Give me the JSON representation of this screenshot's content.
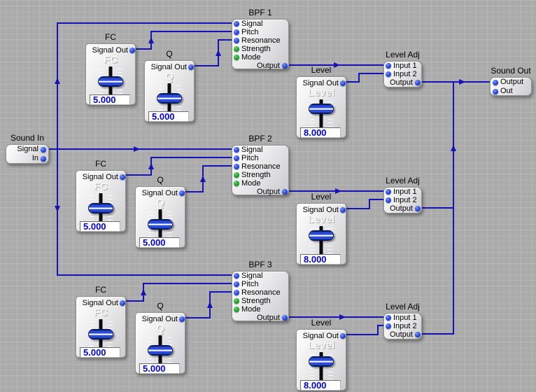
{
  "app": {
    "kind": "visual-audio-patch-canvas",
    "colors": {
      "background": "#ababab",
      "wire": "#1513b6",
      "port_blue": "#2447dd",
      "port_green": "#1ea12b",
      "value_text": "#0000dd",
      "ghost_text": "#f7f7f7"
    }
  },
  "modules": [
    {
      "id": "sound_in",
      "kind": "io",
      "title": "Sound In",
      "ports": [
        {
          "label": "Signal",
          "side": "right",
          "color": "blue"
        },
        {
          "label": "In",
          "side": "right",
          "color": "blue"
        }
      ]
    },
    {
      "id": "fc1",
      "kind": "slider",
      "title": "FC",
      "port_label": "Signal Out",
      "ghost": "FC",
      "value": "5.000"
    },
    {
      "id": "q1",
      "kind": "slider",
      "title": "Q",
      "port_label": "Signal Out",
      "ghost": "Q",
      "value": "5.000"
    },
    {
      "id": "bpf1",
      "kind": "io",
      "title": "BPF 1",
      "ports": [
        {
          "label": "Signal",
          "side": "left",
          "color": "blue"
        },
        {
          "label": "Pitch",
          "side": "left",
          "color": "blue"
        },
        {
          "label": "Resonance",
          "side": "left",
          "color": "blue"
        },
        {
          "label": "Strength",
          "side": "left",
          "color": "green"
        },
        {
          "label": "Mode",
          "side": "left",
          "color": "green"
        },
        {
          "label": "Output",
          "side": "right",
          "color": "blue"
        }
      ]
    },
    {
      "id": "level1",
      "kind": "slider",
      "title": "Level",
      "port_label": "Signal Out",
      "ghost": "Level",
      "value": "8.000"
    },
    {
      "id": "level_adj1",
      "kind": "io",
      "title": "Level Adj",
      "ports": [
        {
          "label": "Input 1",
          "side": "left",
          "color": "blue"
        },
        {
          "label": "Input 2",
          "side": "left",
          "color": "blue"
        },
        {
          "label": "Output",
          "side": "right",
          "color": "blue"
        }
      ]
    },
    {
      "id": "fc2",
      "kind": "slider",
      "title": "FC",
      "port_label": "Signal Out",
      "ghost": "FC",
      "value": "5.000"
    },
    {
      "id": "q2",
      "kind": "slider",
      "title": "Q",
      "port_label": "Signal Out",
      "ghost": "Q",
      "value": "5.000"
    },
    {
      "id": "bpf2",
      "kind": "io",
      "title": "BPF 2",
      "ports": [
        {
          "label": "Signal",
          "side": "left",
          "color": "blue"
        },
        {
          "label": "Pitch",
          "side": "left",
          "color": "blue"
        },
        {
          "label": "Resonance",
          "side": "left",
          "color": "blue"
        },
        {
          "label": "Strength",
          "side": "left",
          "color": "green"
        },
        {
          "label": "Mode",
          "side": "left",
          "color": "green"
        },
        {
          "label": "Output",
          "side": "right",
          "color": "blue"
        }
      ]
    },
    {
      "id": "level2",
      "kind": "slider",
      "title": "Level",
      "port_label": "Signal Out",
      "ghost": "Level",
      "value": "8.000"
    },
    {
      "id": "level_adj2",
      "kind": "io",
      "title": "Level Adj",
      "ports": [
        {
          "label": "Input 1",
          "side": "left",
          "color": "blue"
        },
        {
          "label": "Input 2",
          "side": "left",
          "color": "blue"
        },
        {
          "label": "Output",
          "side": "right",
          "color": "blue"
        }
      ]
    },
    {
      "id": "fc3",
      "kind": "slider",
      "title": "FC",
      "port_label": "Signal Out",
      "ghost": "FC",
      "value": "5.000"
    },
    {
      "id": "q3",
      "kind": "slider",
      "title": "Q",
      "port_label": "Signal Out",
      "ghost": "Q",
      "value": "5.000"
    },
    {
      "id": "bpf3",
      "kind": "io",
      "title": "BPF 3",
      "ports": [
        {
          "label": "Signal",
          "side": "left",
          "color": "blue"
        },
        {
          "label": "Pitch",
          "side": "left",
          "color": "blue"
        },
        {
          "label": "Resonance",
          "side": "left",
          "color": "blue"
        },
        {
          "label": "Strength",
          "side": "left",
          "color": "green"
        },
        {
          "label": "Mode",
          "side": "left",
          "color": "green"
        },
        {
          "label": "Output",
          "side": "right",
          "color": "blue"
        }
      ]
    },
    {
      "id": "level3",
      "kind": "slider",
      "title": "Level",
      "port_label": "Signal Out",
      "ghost": "Level",
      "value": "8.000"
    },
    {
      "id": "level_adj3",
      "kind": "io",
      "title": "Level Adj",
      "ports": [
        {
          "label": "Input 1",
          "side": "left",
          "color": "blue"
        },
        {
          "label": "Input 2",
          "side": "left",
          "color": "blue"
        },
        {
          "label": "Output",
          "side": "right",
          "color": "blue"
        }
      ]
    },
    {
      "id": "sound_out",
      "kind": "io",
      "title": "Sound Out",
      "ports": [
        {
          "label": "Output",
          "side": "left",
          "color": "blue"
        },
        {
          "label": "Out",
          "side": "left",
          "color": "blue"
        }
      ]
    }
  ],
  "connections": [
    {
      "from": "sound_in.Signal",
      "to": "bpf1.Signal"
    },
    {
      "from": "sound_in.Signal",
      "to": "bpf2.Signal"
    },
    {
      "from": "sound_in.Signal",
      "to": "bpf3.Signal"
    },
    {
      "from": "fc1.Signal Out",
      "to": "bpf1.Pitch"
    },
    {
      "from": "q1.Signal Out",
      "to": "bpf1.Resonance"
    },
    {
      "from": "bpf1.Output",
      "to": "level_adj1.Input 1"
    },
    {
      "from": "level1.Signal Out",
      "to": "level_adj1.Input 2"
    },
    {
      "from": "level_adj1.Output",
      "to": "sound_out.Output"
    },
    {
      "from": "fc2.Signal Out",
      "to": "bpf2.Pitch"
    },
    {
      "from": "q2.Signal Out",
      "to": "bpf2.Resonance"
    },
    {
      "from": "bpf2.Output",
      "to": "level_adj2.Input 1"
    },
    {
      "from": "level2.Signal Out",
      "to": "level_adj2.Input 2"
    },
    {
      "from": "level_adj2.Output",
      "to": "sound_out.Output"
    },
    {
      "from": "fc3.Signal Out",
      "to": "bpf3.Pitch"
    },
    {
      "from": "q3.Signal Out",
      "to": "bpf3.Resonance"
    },
    {
      "from": "bpf3.Output",
      "to": "level_adj3.Input 1"
    },
    {
      "from": "level3.Signal Out",
      "to": "level_adj3.Input 2"
    },
    {
      "from": "level_adj3.Output",
      "to": "sound_out.Output"
    }
  ]
}
